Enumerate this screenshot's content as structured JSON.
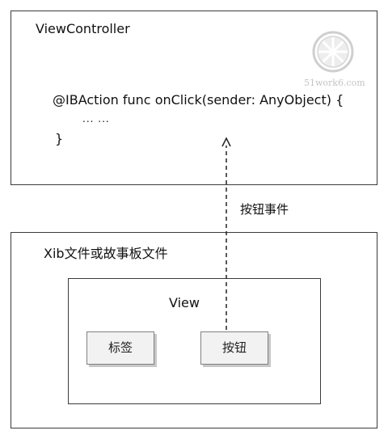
{
  "view_controller": {
    "title": "ViewController",
    "code": {
      "line1": "@IBAction func onClick(sender: AnyObject) {",
      "line2": "... ...",
      "line3": "}"
    }
  },
  "watermark": {
    "caption": "51work6.com"
  },
  "connector": {
    "label": "按钮事件"
  },
  "xib": {
    "title": "Xib文件或故事板文件",
    "view": {
      "title": "View",
      "label_control": "标签",
      "button_control": "按钮"
    }
  }
}
